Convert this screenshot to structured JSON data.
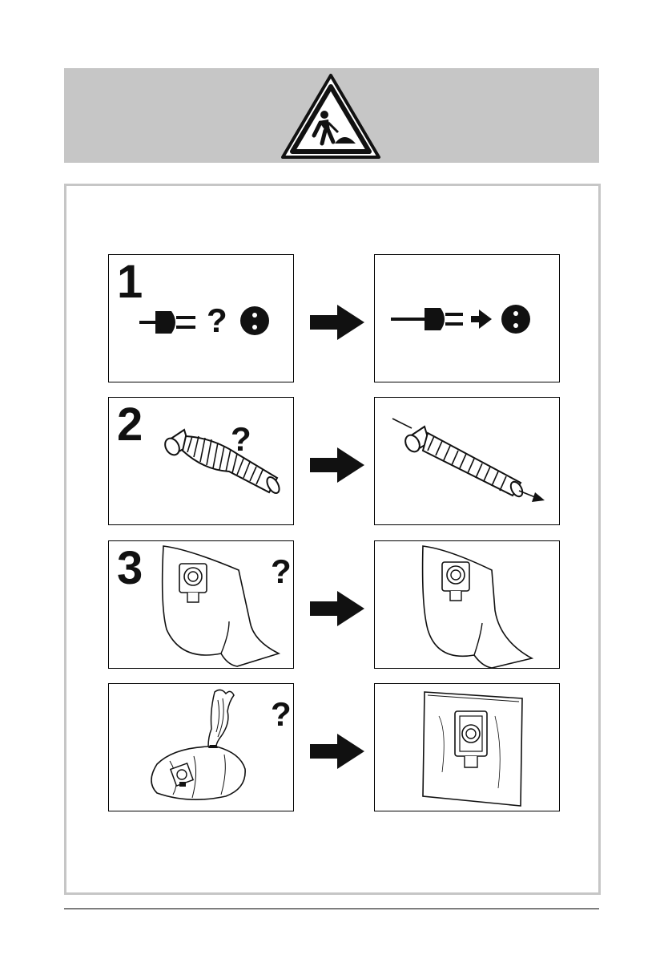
{
  "header": {
    "warning_icon": "roadworks-warning-icon",
    "banner_color": "#c6c6c6"
  },
  "steps": [
    {
      "number": "1",
      "question": "?",
      "before_icon": "plug-and-socket-icon",
      "after_icon": "plug-into-socket-icon"
    },
    {
      "number": "2",
      "question": "?",
      "before_icon": "blocked-hose-icon",
      "after_icon": "clear-hose-icon"
    },
    {
      "number": "3",
      "question": "?",
      "before_icon": "filter-bag-icon",
      "after_icon": "filter-bag-icon"
    },
    {
      "number": "",
      "question": "?",
      "before_icon": "full-tied-bag-icon",
      "after_icon": "new-filter-bag-icon"
    }
  ],
  "colors": {
    "frame": "#c6c6c6",
    "ink": "#111111"
  }
}
